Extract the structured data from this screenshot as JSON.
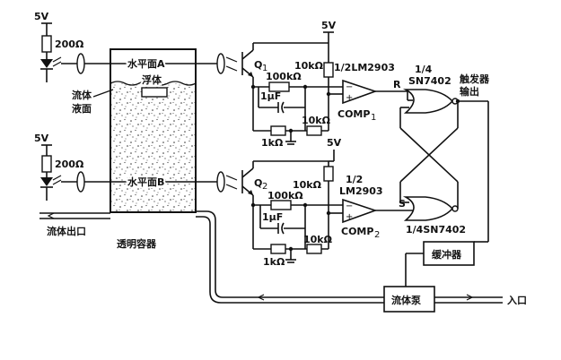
{
  "labels": {
    "supply_top_left": "5V",
    "supply_bottom_left": "5V",
    "r200_top": "200Ω",
    "r200_bottom": "200Ω",
    "level_a": "水平面A",
    "level_b": "水平面B",
    "float": "浮体",
    "liquid_surface": "流体\n液面",
    "fluid_outlet": "流体出口",
    "container": "透明容器",
    "q1": "Q",
    "q1_sub": "1",
    "q2": "Q",
    "q2_sub": "2",
    "supply_comp1": "5V",
    "supply_comp2": "5V",
    "r100k_1": "100kΩ",
    "r100k_2": "100kΩ",
    "r10k_1a": "10kΩ",
    "r10k_1b": "10kΩ",
    "r10k_2a": "10kΩ",
    "r10k_2b": "10kΩ",
    "cap1": "1μF",
    "cap2": "1μF",
    "r1k_1": "1kΩ",
    "r1k_2": "1kΩ",
    "lm_top": "1/2LM2903",
    "lm_bottom_frac": "1/2",
    "lm_bottom": "LM2903",
    "comp1": "COMP",
    "comp1_sub": "1",
    "comp2": "COMP",
    "comp2_sub": "2",
    "sn_top_frac": "1/4",
    "sn_top": "SN7402",
    "sn_bottom": "1/4SN7402",
    "r_pin": "R",
    "s_pin": "S",
    "trigger_output": "触发器\n输出",
    "buffer": "缓冲器",
    "pump": "流体泵",
    "inlet": "入口"
  }
}
